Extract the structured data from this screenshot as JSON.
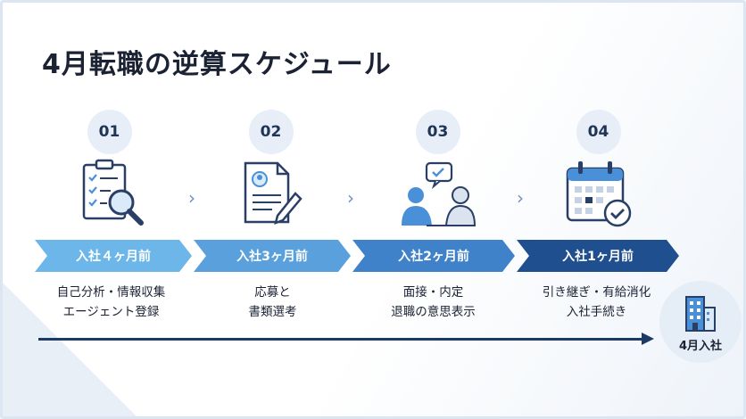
{
  "title": "4月転職の逆算スケジュール",
  "steps": [
    {
      "number": "01",
      "band_label": "入社４ヶ月前",
      "desc_line1": "自己分析・情報収集",
      "desc_line2": "エージェント登録",
      "icon": "checklist-magnifier-icon",
      "band_color": "#6cb6ea"
    },
    {
      "number": "02",
      "band_label": "入社3ヶ月前",
      "desc_line1": "応募と",
      "desc_line2": "書類選考",
      "icon": "resume-pen-icon",
      "band_color": "#5aa0dc"
    },
    {
      "number": "03",
      "band_label": "入社2ヶ月前",
      "desc_line1": "面接・内定",
      "desc_line2": "退職の意思表示",
      "icon": "interview-people-icon",
      "band_color": "#3f82c9"
    },
    {
      "number": "04",
      "band_label": "入社1ヶ月前",
      "desc_line1": "引き継ぎ・有給消化",
      "desc_line2": "入社手続き",
      "icon": "calendar-check-icon",
      "band_color": "#1f4f8f"
    }
  ],
  "goal": {
    "label": "4月入社",
    "icon": "office-building-icon"
  },
  "colors": {
    "dark_navy": "#1d3a66",
    "light_blue": "#6cb6ea",
    "icon_navy": "#2a3f66",
    "icon_blue": "#4a90d9"
  }
}
